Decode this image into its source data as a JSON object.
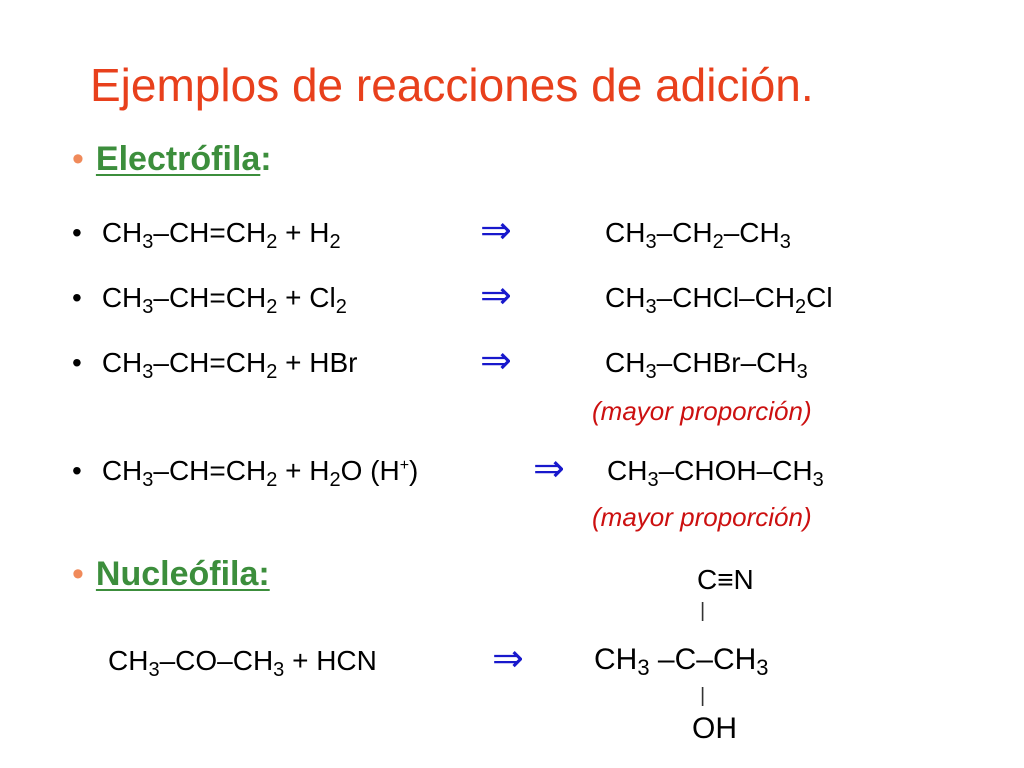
{
  "title": "Ejemplos de reacciones de adición.",
  "electrofila": {
    "heading": "Electrófila",
    "colon": ":",
    "bullet": "•",
    "reactions": [
      {
        "bullet": "•",
        "r1": "CH",
        "r1s": "3",
        "r2": "–CH=CH",
        "r2s": "2",
        "r3": " + H",
        "r3s": "2",
        "r3t": "",
        "arrow": "⇒",
        "p1": "CH",
        "p1s": "3",
        "p2": "–CH",
        "p2s": "2",
        "p3": "–CH",
        "p3s": "3",
        "p4": ""
      },
      {
        "bullet": "•",
        "r1": "CH",
        "r1s": "3",
        "r2": "–CH=CH",
        "r2s": "2",
        "r3": " + Cl",
        "r3s": "2",
        "r3t": "",
        "arrow": "⇒",
        "p1": "CH",
        "p1s": "3",
        "p2": "–CHCl–CH",
        "p2s": "2",
        "p3": "Cl",
        "p3s": "",
        "p4": ""
      },
      {
        "bullet": "•",
        "r1": "CH",
        "r1s": "3",
        "r2": "–CH=CH",
        "r2s": "2",
        "r3": " + HBr",
        "r3s": "",
        "r3t": "",
        "arrow": "⇒",
        "p1": "CH",
        "p1s": "3",
        "p2": "–CHBr–CH",
        "p2s": "3",
        "p3": "",
        "p3s": "",
        "p4": "",
        "note": "(mayor proporción)"
      },
      {
        "bullet": "•",
        "r1": "CH",
        "r1s": "3",
        "r2": "–CH=CH",
        "r2s": "2",
        "r3": " + H",
        "r3s": "2",
        "r3t": "O (H",
        "r3sup": "+",
        "r3u": ")",
        "arrow": "⇒",
        "p1": "CH",
        "p1s": "3",
        "p2": "–CHOH–CH",
        "p2s": "3",
        "p3": "",
        "p3s": "",
        "p4": "",
        "note": "(mayor proporción)"
      }
    ]
  },
  "nucleofila": {
    "heading": "Nucleófila:",
    "bullet": "•",
    "reaction": {
      "r1": "CH",
      "r1s": "3",
      "r2": "–CO–CH",
      "r2s": "3",
      "r3": " + HCN",
      "arrow": "⇒",
      "top": "C≡N",
      "bond": "|",
      "p1": "CH",
      "p1s": "3",
      "p2": " –C–CH",
      "p2s": "3",
      "bottom": "OH"
    }
  },
  "colors": {
    "title": "#e8401c",
    "heading": "#3c8e3c",
    "arrow": "#1818cc",
    "note": "#cc1010"
  }
}
